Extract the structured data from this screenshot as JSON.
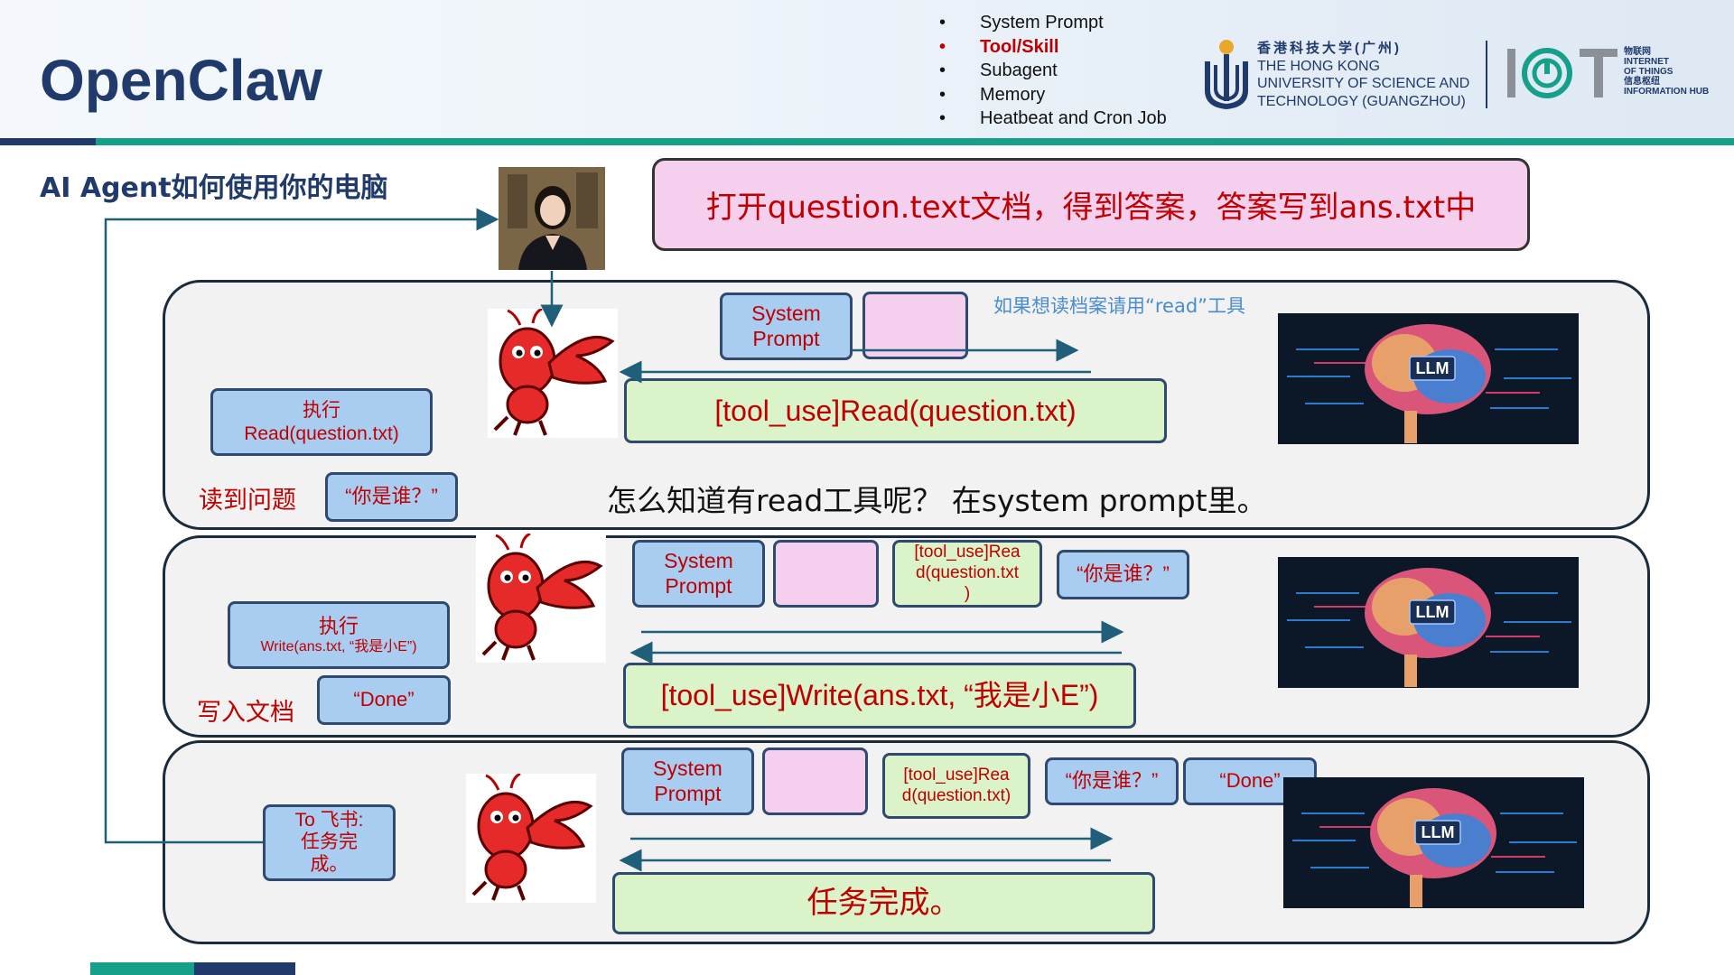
{
  "header": {
    "title": "OpenClaw",
    "topics": [
      {
        "label": "System Prompt",
        "active": false
      },
      {
        "label": "Tool/Skill",
        "active": true
      },
      {
        "label": "Subagent",
        "active": false
      },
      {
        "label": "Memory",
        "active": false
      },
      {
        "label": "Heatbeat and Cron Job",
        "active": false
      }
    ],
    "university": {
      "cn": "香港科技大学(广州)",
      "en_line1": "THE HONG KONG",
      "en_line2": "UNIVERSITY OF SCIENCE AND",
      "en_line3": "TECHNOLOGY (GUANGZHOU)"
    },
    "iot_logo": {
      "letters": "IOT",
      "cn1": "物联网",
      "en1": "INTERNET",
      "en2": "OF THINGS",
      "cn2": "信息枢纽",
      "en3": "INFORMATION HUB"
    }
  },
  "subtitle": "AI Agent如何使用你的电脑",
  "goal": "打开question.text文档，得到答案，答案写到ans.txt中",
  "panel1": {
    "system_prompt": "System\nPrompt",
    "hint": "如果想读档案请用“read”工具",
    "response": "[tool_use]Read(question.txt)",
    "action": "执行\nRead(question.txt)",
    "result_label": "读到问题",
    "result": "“你是谁？”",
    "question": "怎么知道有read工具呢？ 在system prompt里。",
    "llm_label": "LLM"
  },
  "panel2": {
    "system_prompt": "System\nPrompt",
    "history_tool": "[tool_use]Rea\nd(question.txt\n)",
    "history_result": "“你是谁？”",
    "response": "[tool_use]Write(ans.txt, “我是小E”)",
    "action_title": "执行",
    "action_detail": "Write(ans.txt, “我是小E”)",
    "result_label": "写入文档",
    "result": "“Done”",
    "llm_label": "LLM"
  },
  "panel3": {
    "system_prompt": "System\nPrompt",
    "history_tool": "[tool_use]Rea\nd(question.txt)",
    "history_result": "“你是谁？”",
    "history_done": "“Done”",
    "response": "任务完成。",
    "action": "To 飞书:\n任务完\n成。",
    "llm_label": "LLM"
  },
  "colors": {
    "navy": "#1f3a6b",
    "teal": "#16a08a",
    "red_text": "#c00000",
    "blue_box": "#a9cdf0",
    "pink_box": "#f5d0ee",
    "green_box": "#daf3c8",
    "hint_blue": "#4a8cd0",
    "arrow": "#1f5f7a"
  },
  "icons": [
    "user-photo",
    "crayfish-mascot-icon",
    "llm-brain-icon",
    "hkust-gz-logo",
    "iot-logo"
  ]
}
